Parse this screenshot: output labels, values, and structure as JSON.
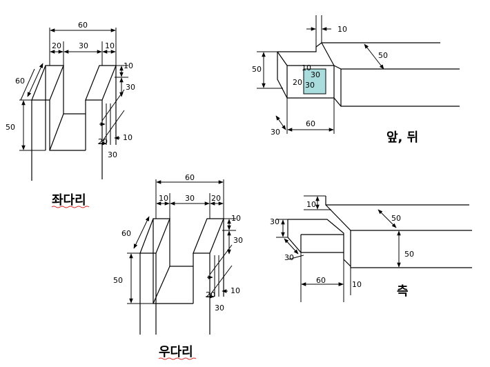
{
  "captions": {
    "left_leg": "좌다리",
    "right_leg": "우다리",
    "front_back": "앞, 뒤",
    "side": "측"
  },
  "left_leg": {
    "w_total": "60",
    "w_left": "20",
    "w_mid": "30",
    "w_right": "10",
    "depth": "60",
    "height": "50",
    "r_top": "10",
    "r_mid": "30",
    "r_low": "10",
    "b_left": "20",
    "b_right": "30"
  },
  "right_leg": {
    "w_total": "60",
    "w_left": "10",
    "w_mid": "30",
    "w_right": "20",
    "depth": "60",
    "height": "50",
    "r_top": "10",
    "r_mid": "30",
    "r_low": "10",
    "b_left": "20",
    "b_right": "30"
  },
  "front_back": {
    "top_gap": "10",
    "diag": "50",
    "height": "50",
    "inner_top": "10",
    "inner_left": "20",
    "box_a": "30",
    "box_b": "30",
    "depth": "30",
    "width": "60"
  },
  "side": {
    "top_gap": "10",
    "diag": "50",
    "height": "50",
    "left_h": "30",
    "left_d": "30",
    "width": "60",
    "right_gap": "10"
  },
  "colors": {
    "highlight": "#a9dcdc",
    "underline": "#dd2222"
  }
}
